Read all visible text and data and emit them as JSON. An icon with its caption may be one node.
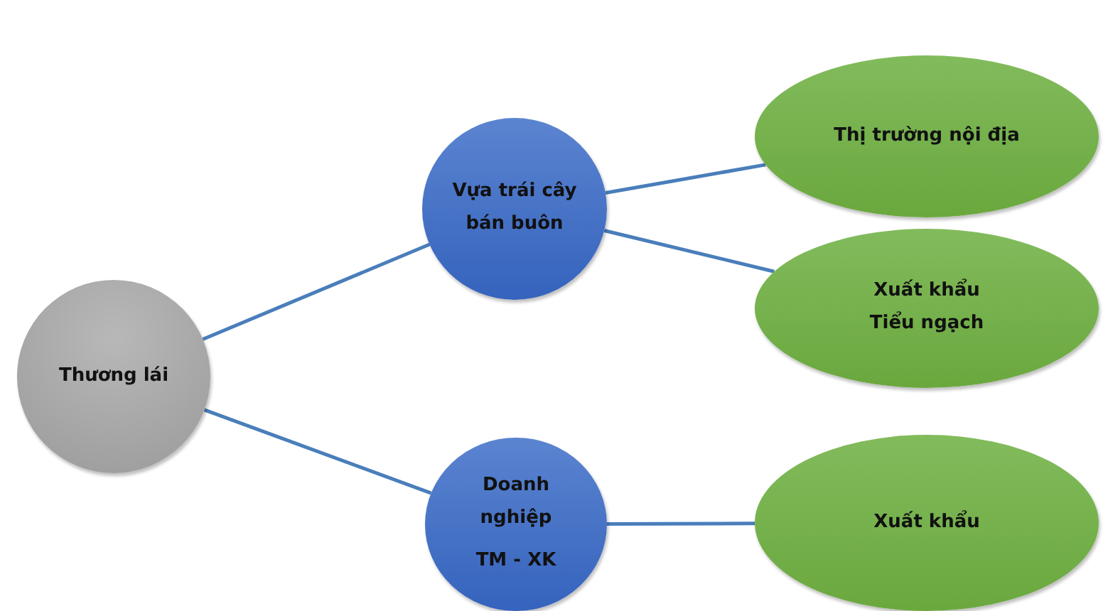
{
  "diagram": {
    "nodes": [
      {
        "text": [
          "Thương lái"
        ]
      },
      {
        "text": [
          "Vựa trái cây bán buôn"
        ]
      },
      {
        "text": [
          "Thị trường nội địa"
        ]
      },
      {
        "text": [
          "Xuất khẩu Tiểu ngạch"
        ]
      },
      {
        "text": [
          "Doanh nghiệp",
          "TM - XK"
        ]
      },
      {
        "text": [
          "Xuất khẩu"
        ]
      }
    ],
    "edges": [
      {
        "from": 0,
        "to": 1,
        "arrow": "none"
      },
      {
        "from": 0,
        "to": 4,
        "arrow": "none"
      },
      {
        "from": 1,
        "to": 2,
        "arrow": "none"
      },
      {
        "from": 1,
        "to": 3,
        "arrow": "none"
      },
      {
        "from": 4,
        "to": 5,
        "arrow": "none"
      }
    ]
  }
}
